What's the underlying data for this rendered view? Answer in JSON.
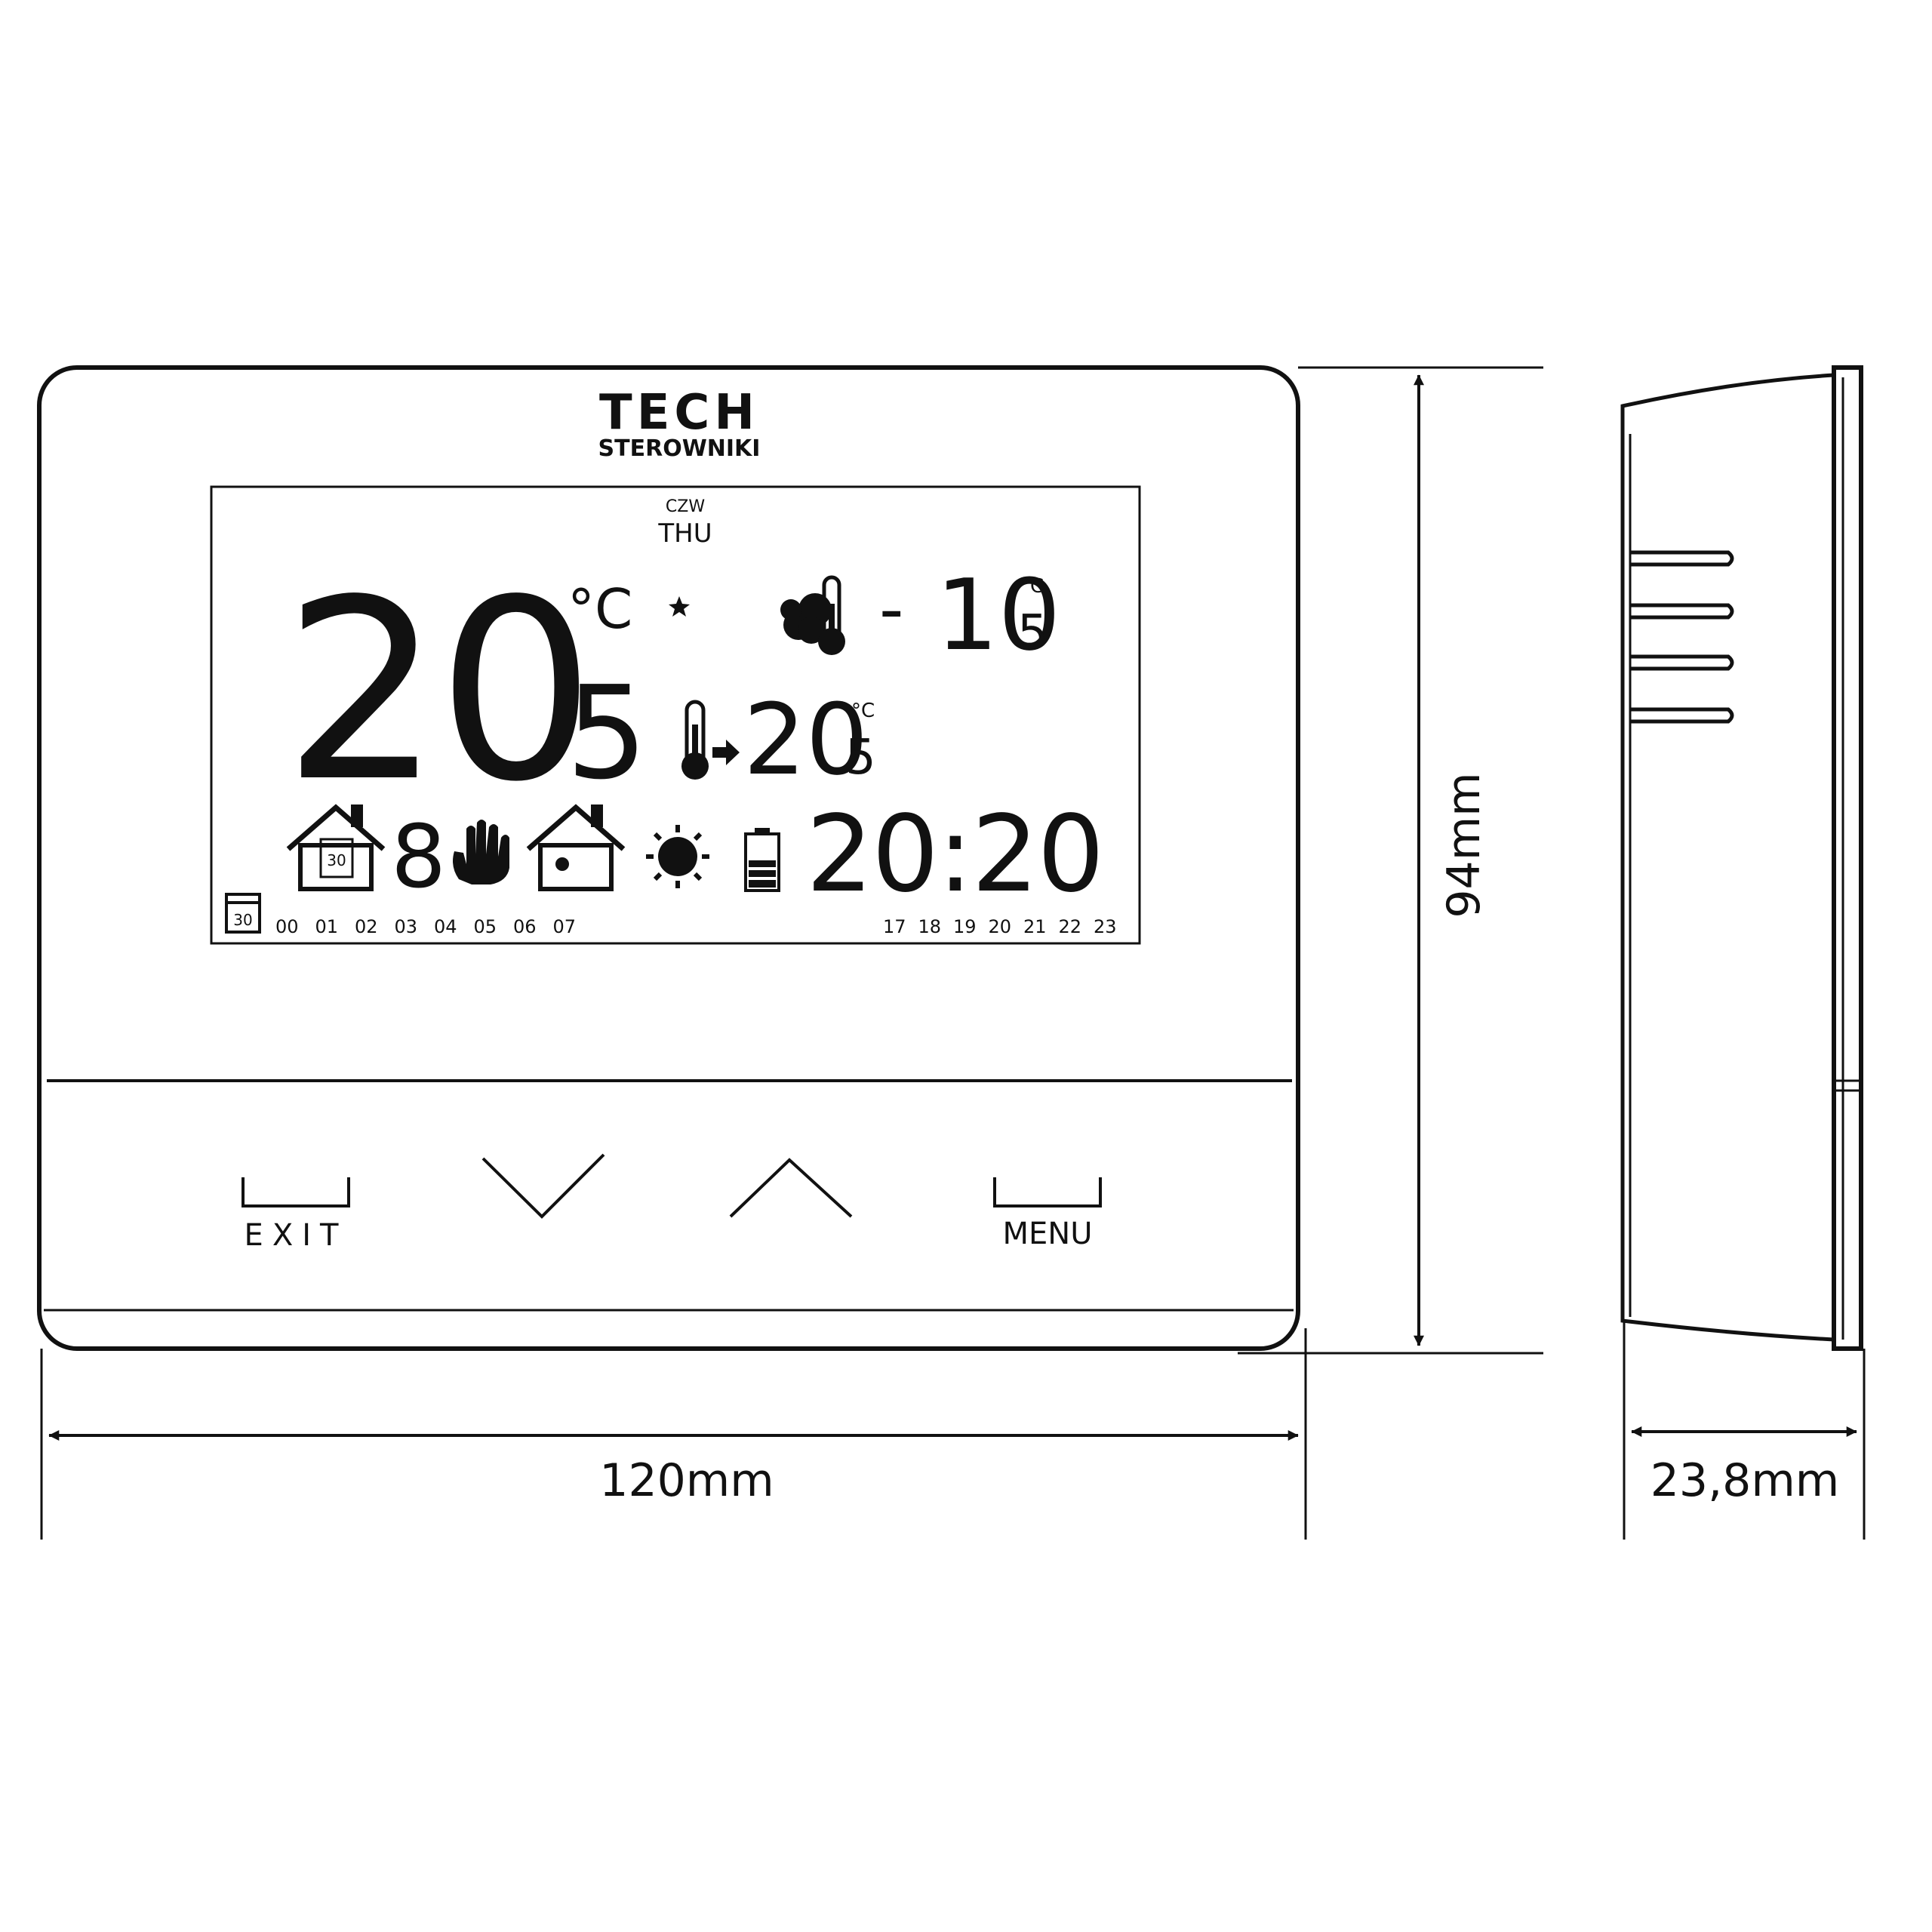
{
  "brand": {
    "name": "TECH",
    "subtitle": "STEROWNIKI"
  },
  "display": {
    "day_pl": "CZW",
    "day_en": "THU",
    "room_temp": {
      "whole": "20",
      "fraction": "5",
      "unit": "°C"
    },
    "outdoor_temp": {
      "sign": "-",
      "whole": "10",
      "fraction": "5",
      "unit": "°C"
    },
    "set_temp": {
      "whole": "20",
      "fraction": "5",
      "unit": "°C"
    },
    "program_number": "8",
    "clock": "20:20",
    "calendar_day": "30",
    "hours_left": [
      "00",
      "01",
      "02",
      "03",
      "04",
      "05",
      "06",
      "07"
    ],
    "hours_right": [
      "17",
      "18",
      "19",
      "20",
      "21",
      "22",
      "23"
    ]
  },
  "buttons": {
    "exit": "EXIT",
    "menu": "MENU"
  },
  "dimensions": {
    "width": "120mm",
    "height": "94mm",
    "depth": "23,8mm"
  },
  "icons": [
    "moon-icon",
    "weather-thermometer-icon",
    "thermometer-arrow-icon",
    "house-calendar-icon",
    "hand-icon",
    "house-day-night-icon",
    "sun-icon",
    "battery-icon",
    "calendar-icon",
    "down-arrow-icon",
    "up-arrow-icon"
  ]
}
